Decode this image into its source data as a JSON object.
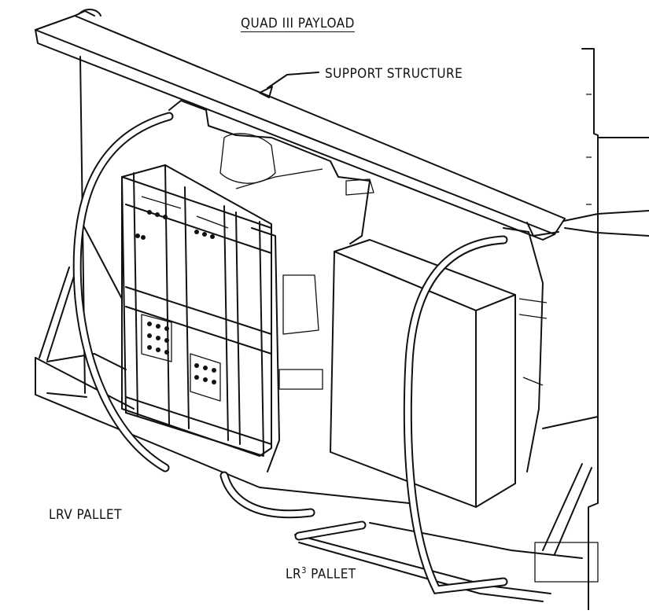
{
  "labels": {
    "title": "QUAD III PAYLOAD",
    "support_structure": "SUPPORT STRUCTURE",
    "lrv_pallet": "LRV PALLET",
    "lr3_base": "LR",
    "lr3_sup": "3",
    "lr3_rest": " PALLET"
  }
}
